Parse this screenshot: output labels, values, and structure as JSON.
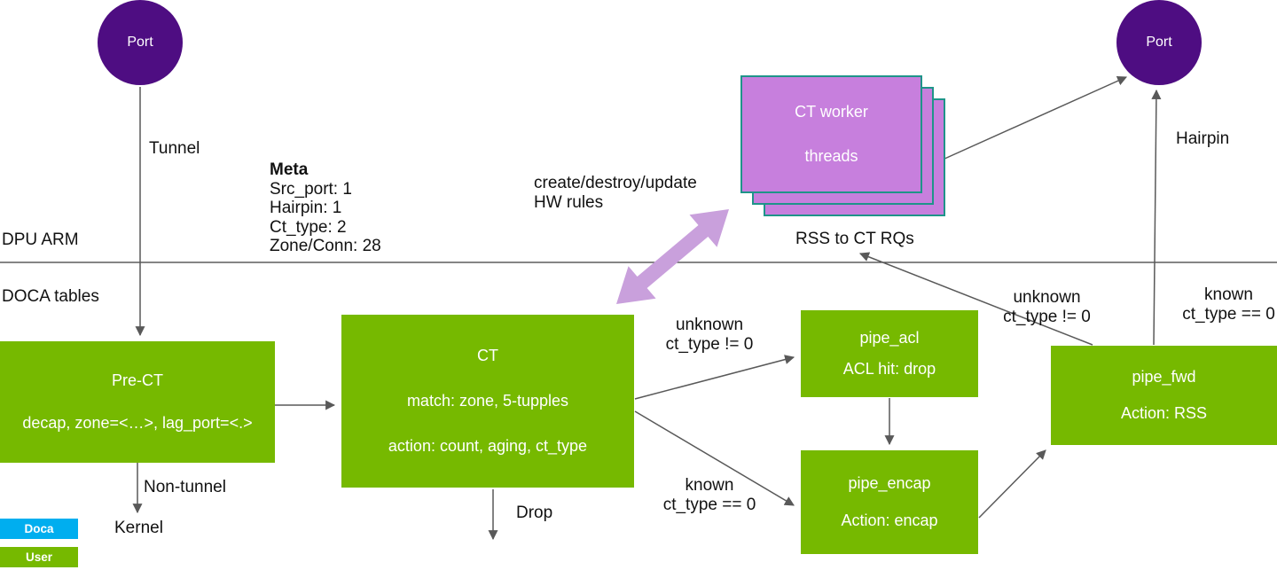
{
  "colors": {
    "green": "#76b900",
    "purple": "#4e0d82",
    "violet_fill": "#c77fdd",
    "violet_border": "#1f9489",
    "arrow_purple": "#c9a0dc",
    "doca_blue": "#00aeef",
    "line_gray": "#595959"
  },
  "regions": {
    "dpu_arm": "DPU ARM",
    "doca_tables": "DOCA tables"
  },
  "ports": {
    "left": {
      "label": "Port"
    },
    "right": {
      "label": "Port"
    }
  },
  "meta": {
    "title": "Meta",
    "lines": [
      "Src_port: 1",
      "Hairpin: 1",
      "Ct_type: 2",
      "Zone/Conn: 28"
    ]
  },
  "nodes": {
    "pre_ct": {
      "title": "Pre-CT",
      "detail": "decap, zone=<…>, lag_port=<.>"
    },
    "ct": {
      "title": "CT",
      "match": "match: zone, 5-tupples",
      "action": "action: count, aging, ct_type"
    },
    "ct_worker": {
      "line1": "CT worker",
      "line2": "threads"
    },
    "pipe_acl": {
      "title": "pipe_acl",
      "detail": "ACL hit: drop"
    },
    "pipe_encap": {
      "title": "pipe_encap",
      "detail": "Action: encap"
    },
    "pipe_fwd": {
      "title": "pipe_fwd",
      "detail": "Action: RSS"
    }
  },
  "edge_labels": {
    "tunnel": "Tunnel",
    "non_tunnel": "Non-tunnel",
    "kernel": "Kernel",
    "drop": "Drop",
    "hairpin": "Hairpin",
    "create_update": "create/destroy/update",
    "hw_rules": "HW rules",
    "rss_to_ct": "RSS to CT RQs",
    "unknown_to_acl": {
      "line1": "unknown",
      "line2": "ct_type != 0"
    },
    "known_to_encap": {
      "line1": "known",
      "line2": "ct_type == 0"
    },
    "unknown_to_rss": {
      "line1": "unknown",
      "line2": "ct_type != 0"
    },
    "known_to_port": {
      "line1": "known",
      "line2": "ct_type == 0"
    }
  },
  "legend": {
    "doca": "Doca",
    "user": "User"
  }
}
